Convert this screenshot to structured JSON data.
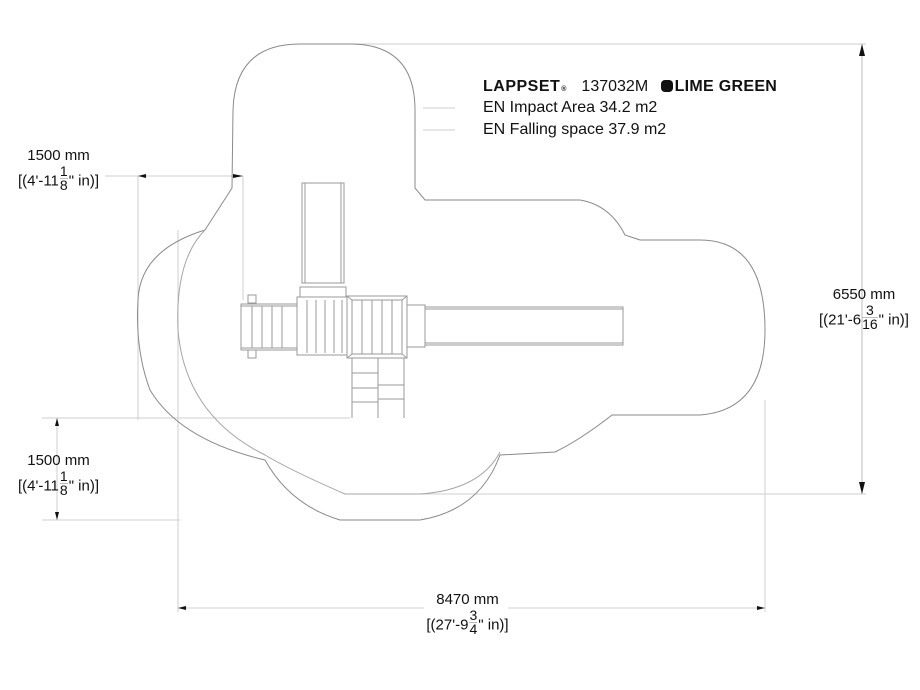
{
  "header": {
    "brand": "LAPPSET",
    "brand_mark": "®",
    "product_code": "137032M",
    "color_icon": "filled-rounded-square",
    "color_name": "LIME GREEN"
  },
  "legend": {
    "impact_area": "EN Impact Area 34.2 m2",
    "falling_space": "EN Falling space 37.9 m2"
  },
  "dimensions": {
    "left_top": {
      "mm": "1500 mm",
      "imperial_prefix": "[(4'-11",
      "frac_num": "1",
      "frac_den": "8",
      "imperial_suffix": "\" in)]"
    },
    "left_bottom": {
      "mm": "1500 mm",
      "imperial_prefix": "[(4'-11",
      "frac_num": "1",
      "frac_den": "8",
      "imperial_suffix": "\" in)]"
    },
    "right_height": {
      "mm": "6550 mm",
      "imperial_prefix": "[(21'-6",
      "frac_num": "3",
      "frac_den": "16",
      "imperial_suffix": "\" in)]"
    },
    "bottom_width": {
      "mm": "8470 mm",
      "imperial_prefix": "[(27'-9",
      "frac_num": "3",
      "frac_den": "4",
      "imperial_suffix": "\" in)]"
    }
  },
  "colors": {
    "outline": "#8a8a8a",
    "structure": "#9a9a9a",
    "dimension_line": "#c8c8c8",
    "text": "#111111"
  }
}
